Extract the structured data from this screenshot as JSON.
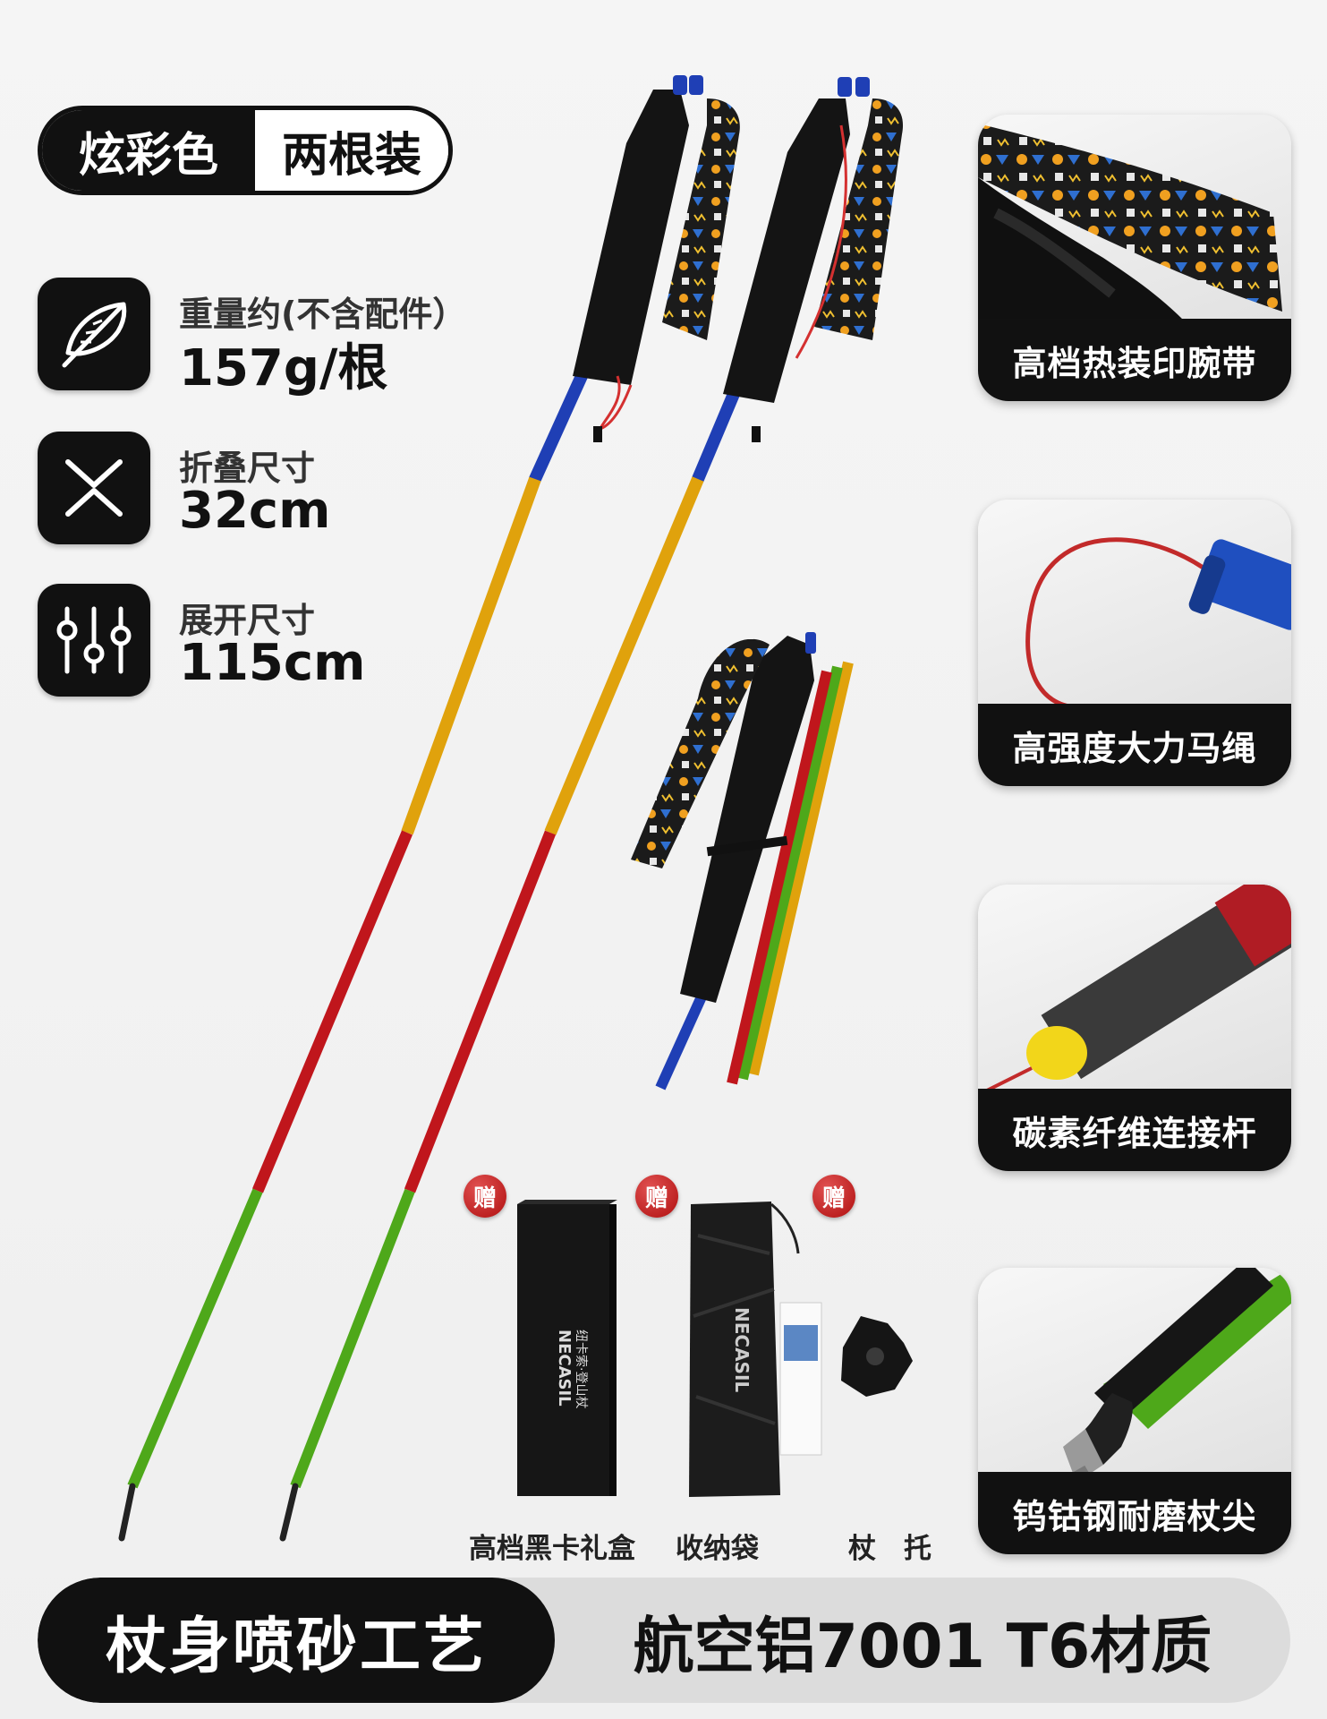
{
  "top_pill": {
    "color": "炫彩色",
    "pack": "两根装"
  },
  "specs": [
    {
      "label": "重量约(不含配件）",
      "value": "157g/根",
      "icon": "feather-icon"
    },
    {
      "label": "折叠尺寸",
      "value": "32cm",
      "icon": "fold-arrows-icon"
    },
    {
      "label": "展开尺寸",
      "value": "115cm",
      "icon": "sliders-icon"
    }
  ],
  "features": [
    {
      "caption": "高档热装印腕带"
    },
    {
      "caption": "高强度大力马绳"
    },
    {
      "caption": "碳素纤维连接杆"
    },
    {
      "caption": "钨钴钢耐磨杖尖"
    }
  ],
  "gifts": {
    "badge": "赠",
    "items": [
      {
        "label": "高档黑卡礼盒",
        "brand": "NECASIL",
        "sub": "纽卡索·登山杖"
      },
      {
        "label": "收纳袋",
        "brand": "NECASIL"
      },
      {
        "label": "杖　托"
      }
    ]
  },
  "banner": {
    "left": "杖身喷砂工艺",
    "right": "航空铝7001 T6材质"
  },
  "colors": {
    "blue": "#1f3fb5",
    "gold": "#e0a20c",
    "red": "#c0161c",
    "green": "#4ea81a",
    "dark": "#111111"
  }
}
